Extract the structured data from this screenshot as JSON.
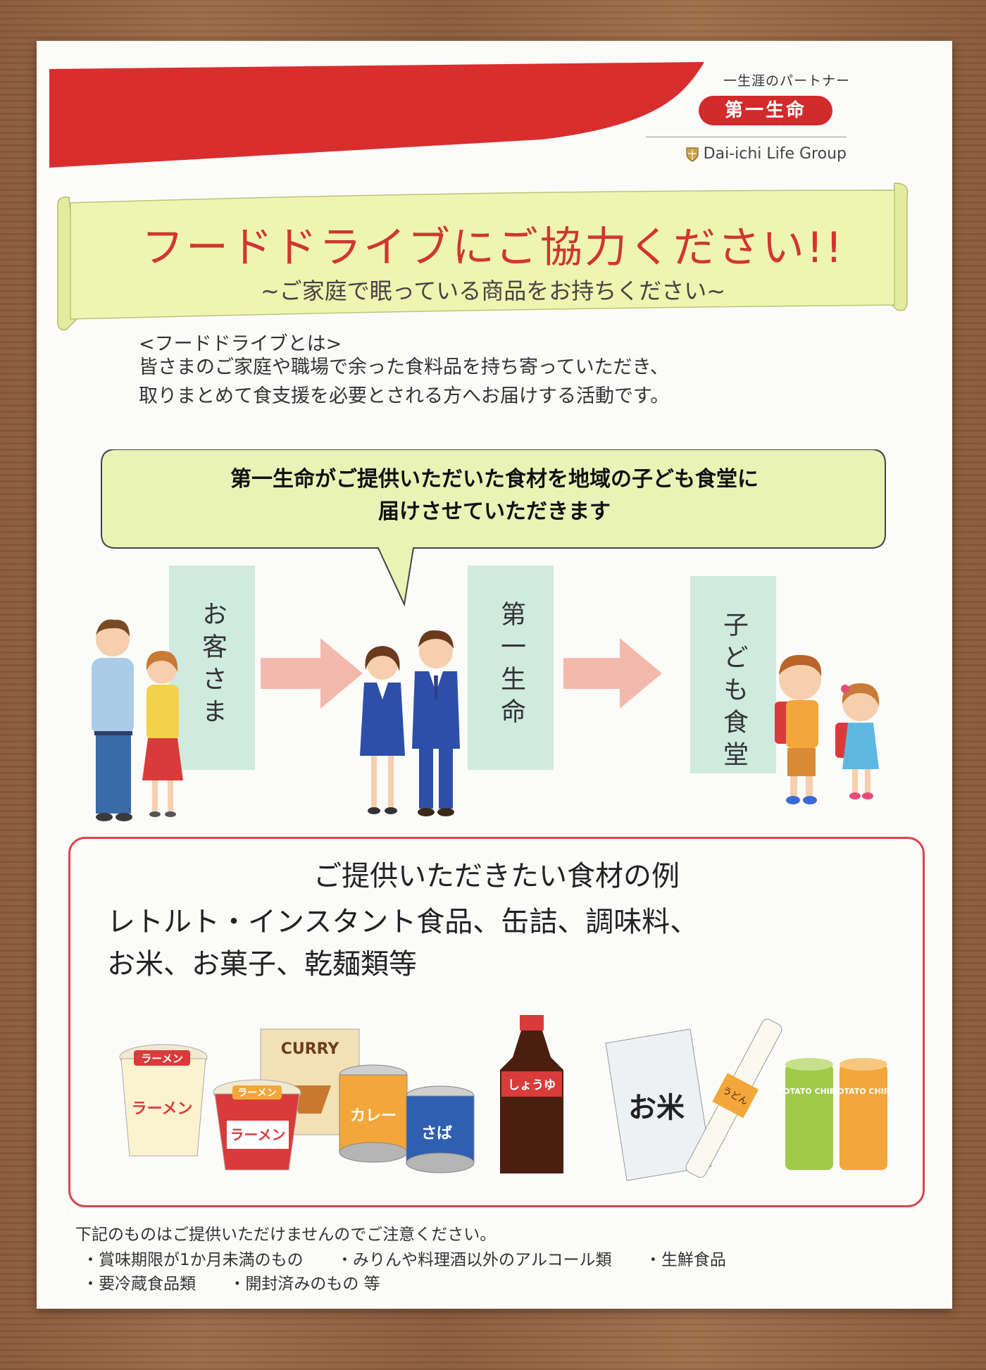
{
  "header": {
    "tagline": "一生涯のパートナー",
    "brand": "第一生命",
    "group": "Dai-ichi Life Group"
  },
  "banner": {
    "title": "フードドライブにご協力ください!!",
    "subtitle": "~ご家庭で眠っている商品をお持ちください~"
  },
  "about": {
    "heading": "<フードドライブとは>",
    "lines": [
      "皆さまのご家庭や職場で余った食料品を持ち寄っていただき、",
      "取りまとめて食支援を必要とされる方へお届けする活動です。"
    ]
  },
  "bubble": {
    "lines": [
      "第一生命がご提供いただいた食材を地域の子ども食堂に",
      "届けさせていただきます"
    ]
  },
  "flow": [
    {
      "label": "お客さま"
    },
    {
      "label": "第一生命"
    },
    {
      "label": "子ども食堂"
    }
  ],
  "items": {
    "title": "ご提供いただきたい食材の例",
    "lines": [
      "レトルト・インスタント食品、缶詰、調味料、",
      "お米、お菓子、乾麺類等"
    ],
    "illustration_labels": {
      "ramen1": "ラーメン",
      "ramen_side": "ラーメン",
      "ramen2": "ラーメン",
      "ramen2_side": "ラーメン",
      "curry_box": "CURRY",
      "curry_can": "カレー",
      "saba_can": "さば",
      "soy": "しょうゆ",
      "rice": "お米",
      "udon": "うどん",
      "chips1": "POTATO CHIPS",
      "chips2": "POTATO CHIPS"
    }
  },
  "notice": {
    "heading": "下記のものはご提供いただけませんのでご注意ください。",
    "row1": [
      "・賞味期限が1か月未満のもの",
      "・みりんや料理酒以外のアルコール類",
      "・生鮮食品"
    ],
    "row2": [
      "・要冷蔵食品類",
      "・開封済みのもの 等"
    ]
  },
  "colors": {
    "brand_red": "#d12b2c",
    "banner_yellow": "#eef5b0",
    "column_mint": "#cfeadf",
    "arrow_pink": "#f4b9ad",
    "box_border": "#d7474b"
  }
}
